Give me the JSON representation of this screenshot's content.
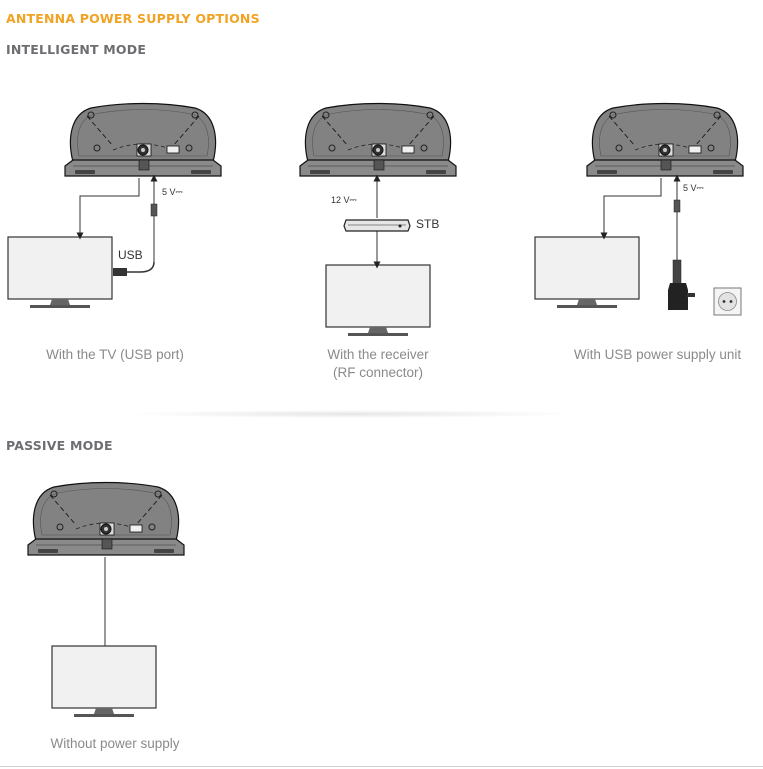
{
  "title": "ANTENNA POWER SUPPLY OPTIONS",
  "intelligent": {
    "heading": "INTELLIGENT MODE",
    "options": [
      {
        "caption": "With the TV (USB port)",
        "labels": {
          "usb": "USB",
          "voltage": "5 V⎓"
        }
      },
      {
        "caption_line1": "With the receiver",
        "caption_line2": "(RF connector)",
        "labels": {
          "voltage": "12 V⎓",
          "stb": "STB"
        }
      },
      {
        "caption": "With USB power supply unit",
        "labels": {
          "voltage": "5 V⎓"
        }
      }
    ]
  },
  "passive": {
    "heading": "PASSIVE MODE",
    "option": {
      "caption": "Without power supply"
    }
  },
  "colors": {
    "title": "#f2a323",
    "heading": "#6d6e71",
    "antenna": "#808080",
    "caption": "#8a8a8a"
  }
}
